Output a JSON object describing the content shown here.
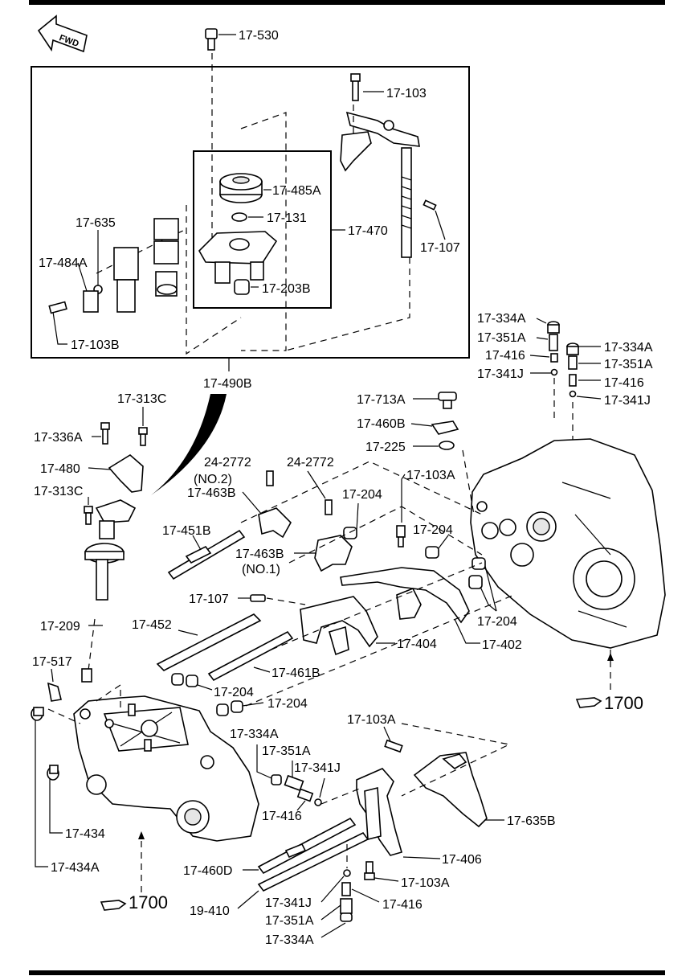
{
  "direction_marker": {
    "text": "FWD",
    "icon": "arrow-fwd-icon"
  },
  "top_parts": {
    "p17_530": "17-530",
    "p17_103": "17-103",
    "p17_485A": "17-485A",
    "p17_131": "17-131",
    "p17_470": "17-470",
    "p17_203B": "17-203B",
    "p17_107_top": "17-107",
    "p17_635": "17-635",
    "p17_484A": "17-484A",
    "p17_103B": "17-103B",
    "p17_490B": "17-490B"
  },
  "right_stack": {
    "a_334A": "17-334A",
    "a_351A": "17-351A",
    "a_416": "17-416",
    "a_341J": "17-341J",
    "b_334A": "17-334A",
    "b_351A": "17-351A",
    "b_416": "17-416",
    "b_341J": "17-341J"
  },
  "upper_mid": {
    "p17_713A": "17-713A",
    "p17_460B": "17-460B",
    "p17_225": "17-225",
    "p17_103A_up": "17-103A",
    "p17_204_a": "17-204",
    "p17_204_b": "17-204",
    "p17_204_c": "17-204",
    "p24_2772_a": "24-2772",
    "p24_2772_b": "24-2772",
    "no2": "(NO.2)",
    "p17_463B_a": "17-463B",
    "p17_463B_b": "17-463B",
    "no1": "(NO.1)",
    "p17_451B": "17-451B",
    "p17_107_mid": "17-107",
    "p17_404": "17-404",
    "p17_402": "17-402"
  },
  "left_parts": {
    "p17_313C_a": "17-313C",
    "p17_336A": "17-336A",
    "p17_480": "17-480",
    "p17_313C_b": "17-313C",
    "p17_209": "17-209",
    "p17_517": "17-517",
    "p17_452": "17-452",
    "p17_461B": "17-461B",
    "p17_204_d": "17-204",
    "p17_204_e": "17-204",
    "p17_434": "17-434",
    "p17_434A": "17-434A"
  },
  "lower_parts": {
    "p17_334A": "17-334A",
    "p17_351A": "17-351A",
    "p17_341J": "17-341J",
    "p17_416": "17-416",
    "p17_103A_low": "17-103A",
    "p17_635B": "17-635B",
    "p17_406": "17-406",
    "p17_460D": "17-460D",
    "p17_103A_b": "17-103A",
    "p19_410": "19-410",
    "p17_416_b": "17-416",
    "p17_341J_b": "17-341J",
    "p17_351A_b": "17-351A",
    "p17_334A_b": "17-334A"
  },
  "references": {
    "ref_left": "1700",
    "ref_right": "1700",
    "icon": "pointing-hand-icon"
  }
}
